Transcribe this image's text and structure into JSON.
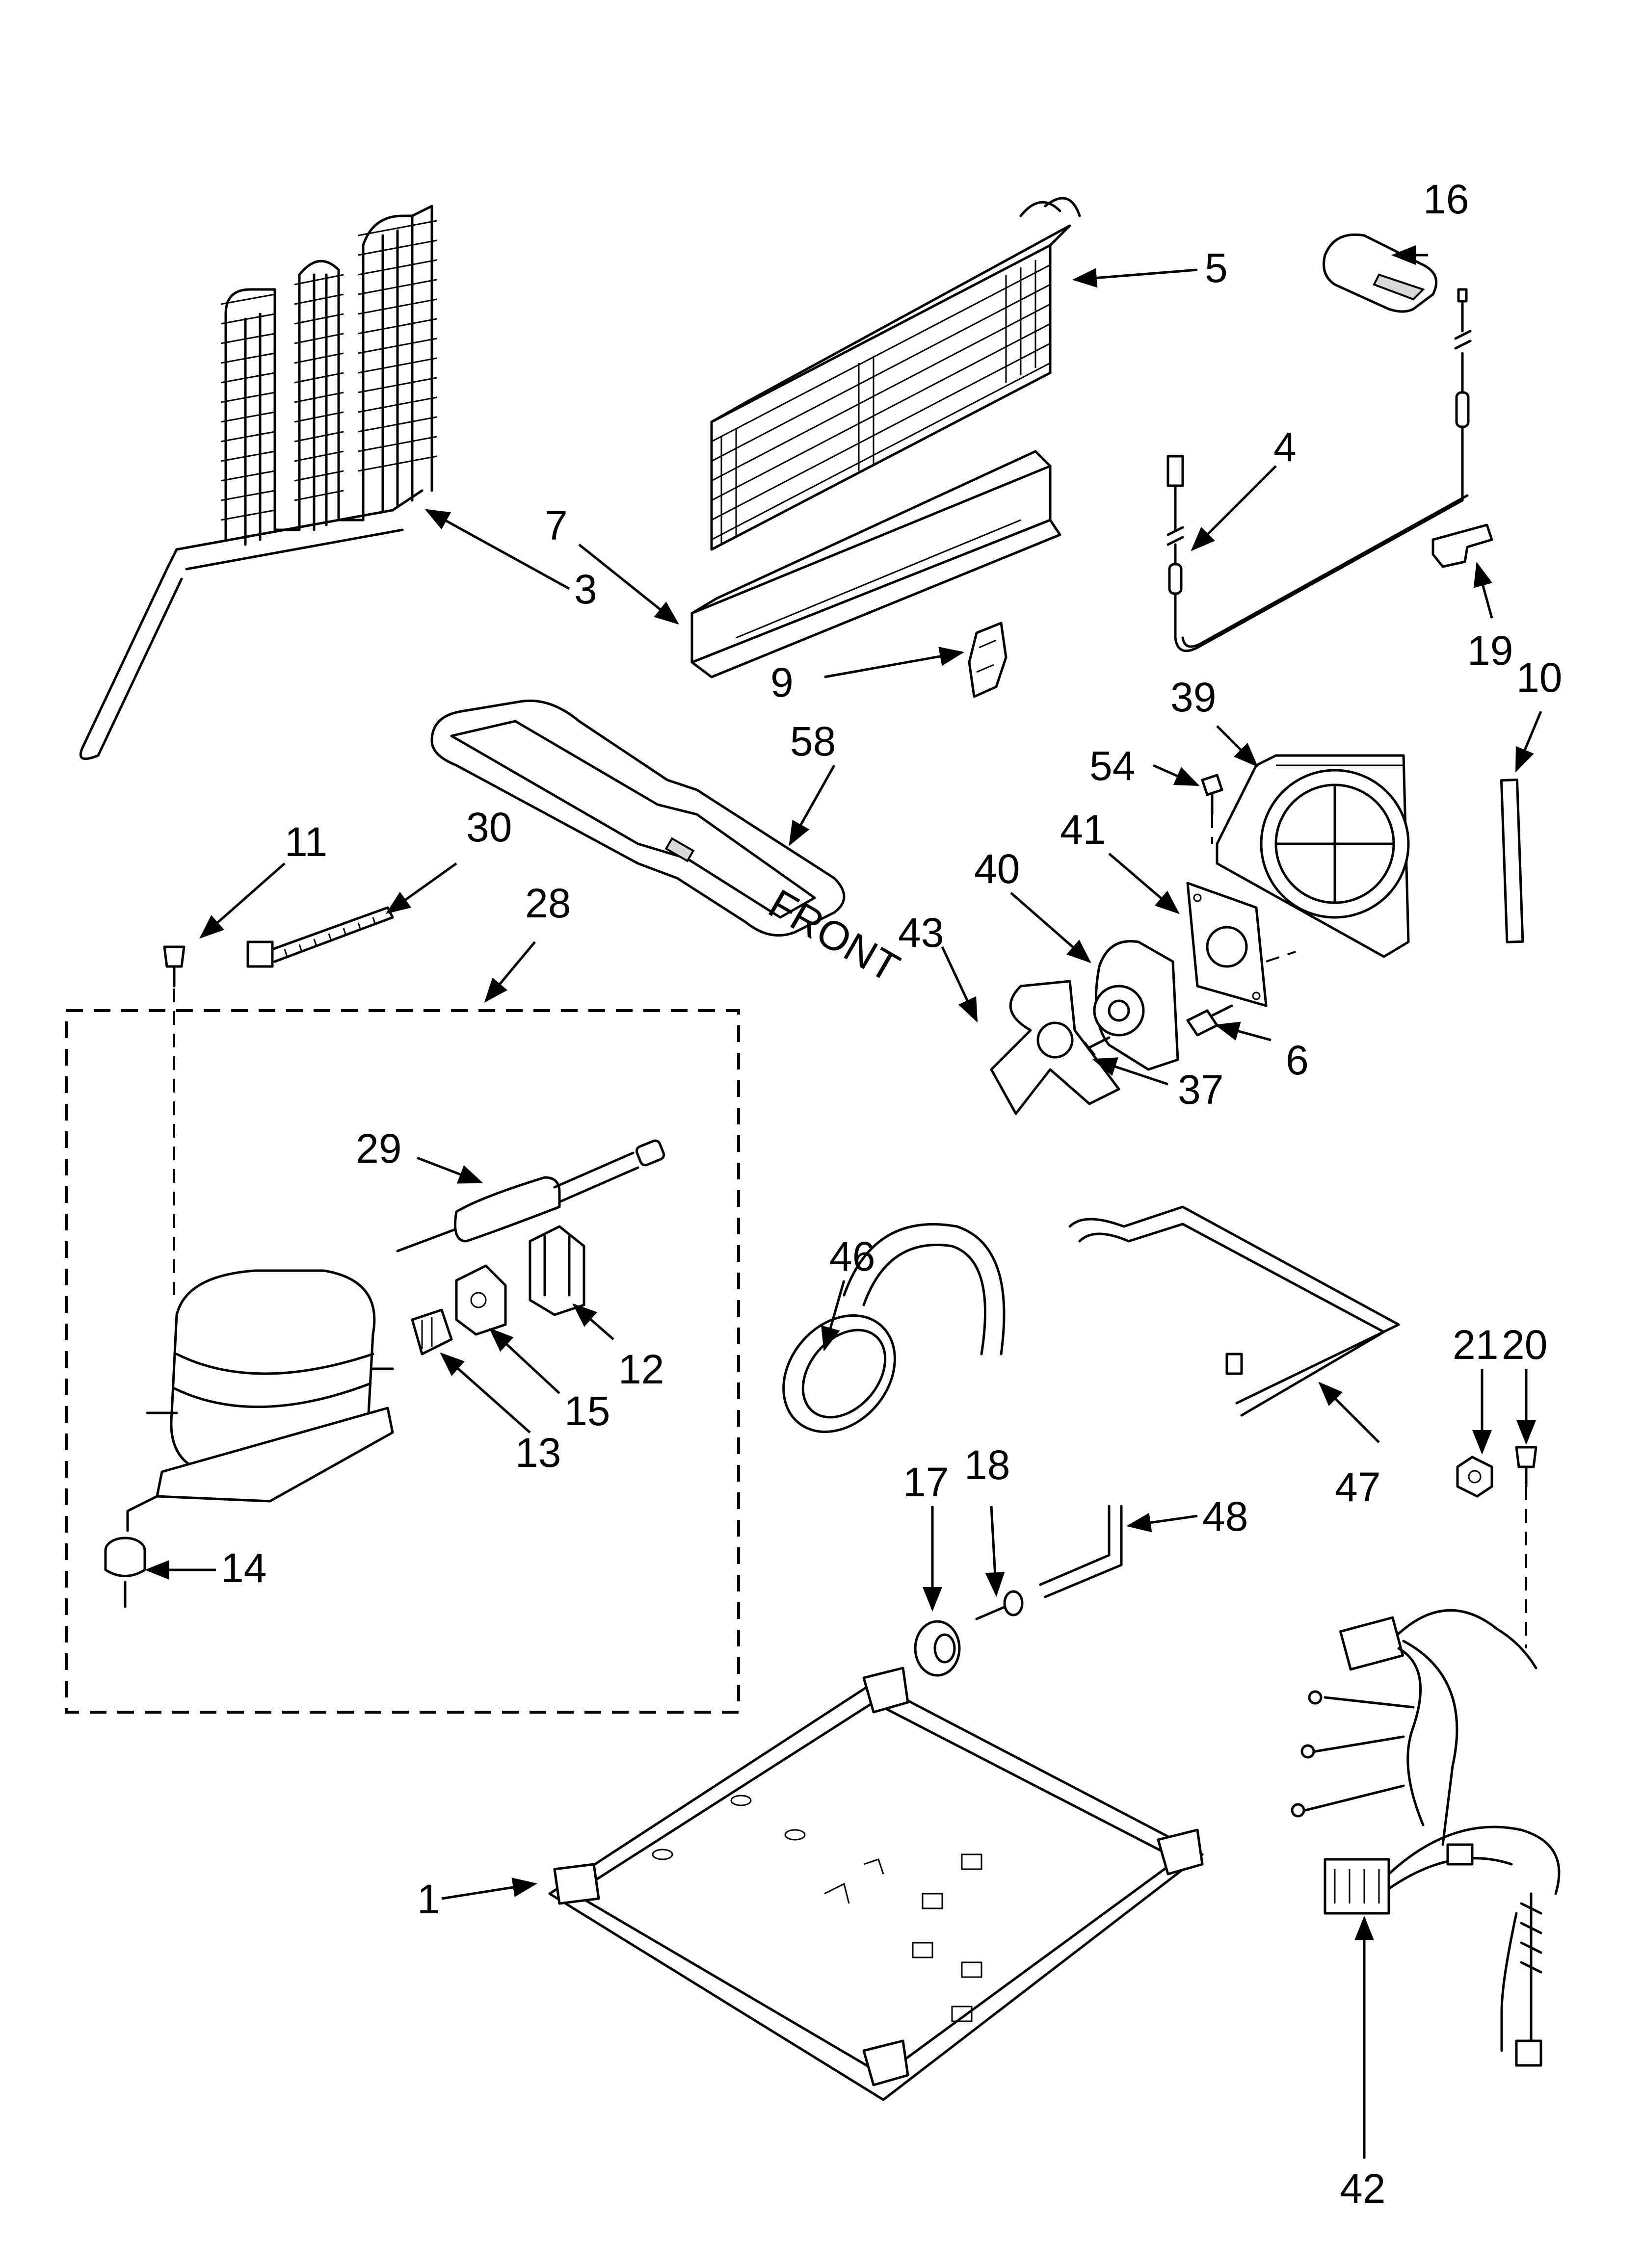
{
  "callouts": {
    "c1": "1",
    "c3": "3",
    "c4": "4",
    "c5": "5",
    "c6": "6",
    "c7": "7",
    "c9": "9",
    "c10": "10",
    "c11": "11",
    "c12": "12",
    "c13": "13",
    "c14": "14",
    "c15": "15",
    "c16": "16",
    "c17": "17",
    "c18": "18",
    "c19": "19",
    "c20": "20",
    "c21": "21",
    "c28": "28",
    "c29": "29",
    "c30": "30",
    "c37": "37",
    "c39": "39",
    "c40": "40",
    "c41": "41",
    "c42": "42",
    "c43": "43",
    "c46": "46",
    "c47": "47",
    "c48": "48",
    "c54": "54",
    "c58": "58"
  },
  "tray_text": {
    "front": "FRONT"
  }
}
